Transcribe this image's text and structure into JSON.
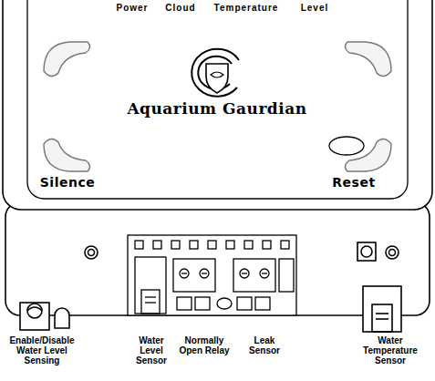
{
  "diagram": {
    "labels": [
      "Power",
      "Cloud",
      "Temperature",
      "Level",
      "Aquarium Gaurdian",
      "Silence",
      "Reset",
      "Enable/Disable Water Level Sensing",
      "Water Level Sensor",
      "Normally Open Relay",
      "Leak Sensor",
      "Water Temperature Sensor"
    ]
  }
}
